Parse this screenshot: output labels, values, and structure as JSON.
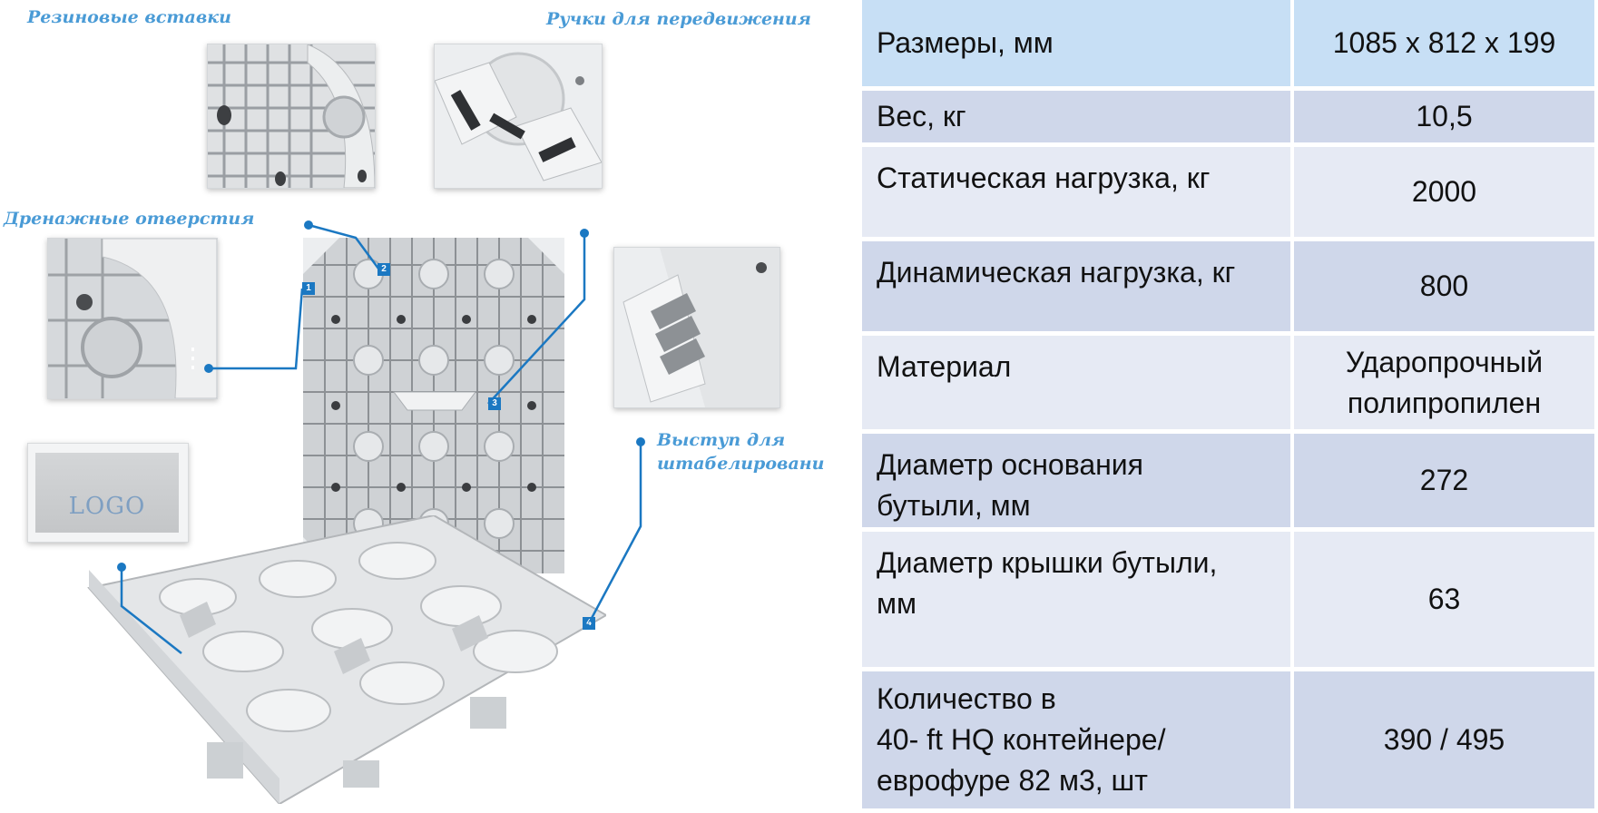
{
  "figure": {
    "callouts": {
      "rubber_inserts": "Резиновые вставки",
      "handles": "Ручки для передвижения",
      "drain_holes": "Дренажные отверстия",
      "stacking_ledge_line1": "Выступ для",
      "stacking_ledge_line2": "штабелировани"
    },
    "logo_text": "LOGO",
    "badges": [
      "1",
      "2",
      "3",
      "4"
    ],
    "accent_color": "#4a9bd6",
    "line_color": "#1b78c2"
  },
  "specs": {
    "rows": [
      {
        "label": "Размеры, мм",
        "value": "1085 х 812 х 199"
      },
      {
        "label": "Вес, кг",
        "value": "10,5"
      },
      {
        "label": "Статическая нагрузка, кг",
        "value": "2000"
      },
      {
        "label": "Динамическая нагрузка, кг",
        "value": "800"
      },
      {
        "label": "Материал",
        "value_line1": "Ударопрочный",
        "value_line2": "полипропилен"
      },
      {
        "label_line1": "Диаметр основания",
        "label_line2": "бутыли, мм",
        "value": "272"
      },
      {
        "label_line1": "Диаметр крышки бутыли,",
        "label_line2": "мм",
        "value": "63"
      },
      {
        "label_line1": "Количество в",
        "label_line2": "40- ft HQ контейнере/",
        "label_line3": "еврофуре 82 м3, шт",
        "value": "390 / 495"
      }
    ],
    "header_color": "#c7dff5",
    "row_colors": [
      "#cfd7ea",
      "#e6eaf4"
    ]
  }
}
